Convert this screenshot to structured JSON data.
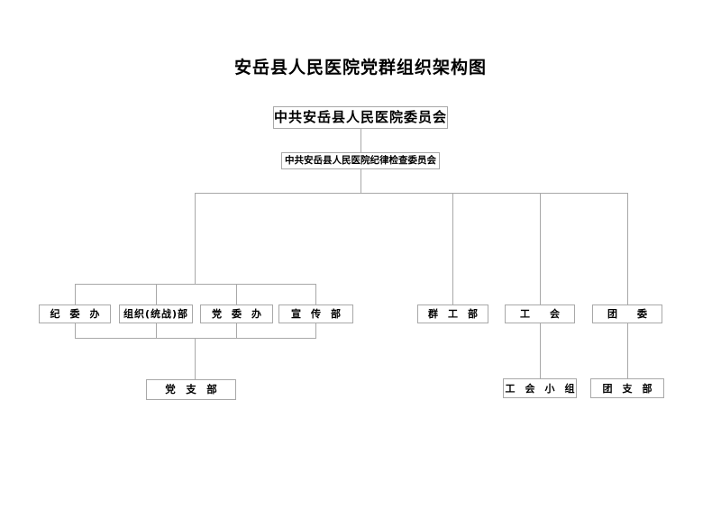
{
  "page": {
    "title": "安岳县人民医院党群组织架构图"
  },
  "nodes": {
    "hospital_party_committee": "中共安岳县人民医院委员会",
    "discipline_inspection_committee": "中共安岳县人民医院纪律检查委员会",
    "discipline_committee_office": "纪　委　办",
    "organization_united_front_dept": "组织(统战)部",
    "party_committee_office": "党　委　办",
    "publicity_dept": "宣　传　部",
    "mass_work_dept": "群　工　部",
    "labor_union": "工　　会",
    "youth_league_committee": "团　　委",
    "party_branch": "党　支　部",
    "union_group": "工　会　小　组",
    "league_branch": "团　支　部"
  },
  "colors": {
    "background": "#ffffff",
    "connector_line": "#a8a8a8",
    "box_border": "#a8a8a8",
    "text": "#000000"
  }
}
